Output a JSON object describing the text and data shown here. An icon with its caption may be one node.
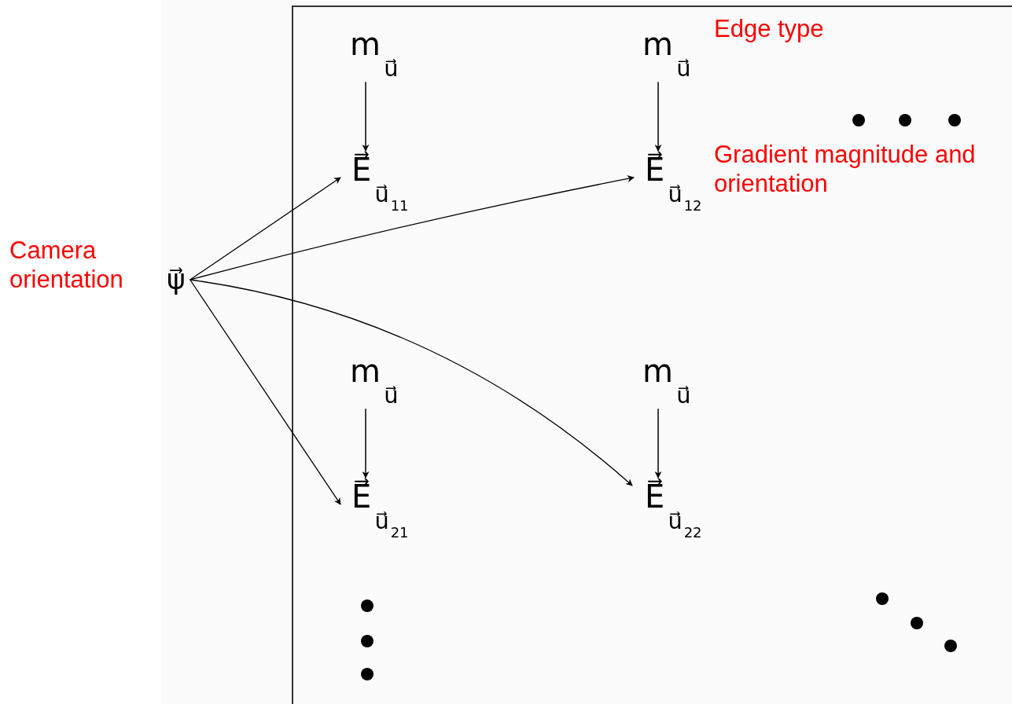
{
  "diagram": {
    "nodes": [
      {
        "text": [
          "ψ⃗"
        ],
        "beside": [
          "Camera orientation"
        ]
      },
      {
        "text": [
          "m$_{u⃗}$"
        ]
      },
      {
        "text": [
          "E⃗$_{u⃗}$$_{11}$"
        ]
      },
      {
        "text": [
          "m$_{u⃗}$"
        ]
      },
      {
        "text": [
          "E⃗$_{u⃗}$$_{12}$"
        ]
      },
      {
        "text": [
          "m$_{u⃗}$"
        ]
      },
      {
        "text": [
          "E⃗$_{u⃗}$$_{21}$"
        ]
      },
      {
        "text": [
          "m$_{u⃗}$"
        ]
      },
      {
        "text": [
          "E⃗$_{u⃗}$$_{22}$"
        ]
      }
    ],
    "edges": [
      {
        "from": 1,
        "to": 2,
        "arrow": "to"
      },
      {
        "from": 3,
        "to": 4,
        "arrow": "to"
      },
      {
        "from": 5,
        "to": 6,
        "arrow": "to"
      },
      {
        "from": 7,
        "to": 8,
        "arrow": "to"
      },
      {
        "from": 0,
        "to": 2,
        "arrow": "to"
      },
      {
        "from": 0,
        "to": 4,
        "arrow": "to"
      },
      {
        "from": 0,
        "to": 6,
        "arrow": "to"
      },
      {
        "from": 0,
        "to": 8,
        "arrow": "to"
      }
    ],
    "labels": [
      "Edge type",
      "Gradient magnitude and orientation"
    ]
  }
}
